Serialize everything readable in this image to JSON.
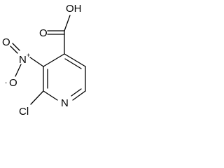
{
  "molecule": {
    "atoms": {
      "oh": "OH",
      "o_carbonyl": "O",
      "n_nitro": "N",
      "nitro_plus": "+",
      "o_nitro_double": "O",
      "o_nitro_minus": "O",
      "nitro_minus": "-",
      "n_ring": "N",
      "cl": "Cl"
    },
    "colors": {
      "bond": "#000000",
      "text": "#000000",
      "background": "#ffffff"
    }
  }
}
